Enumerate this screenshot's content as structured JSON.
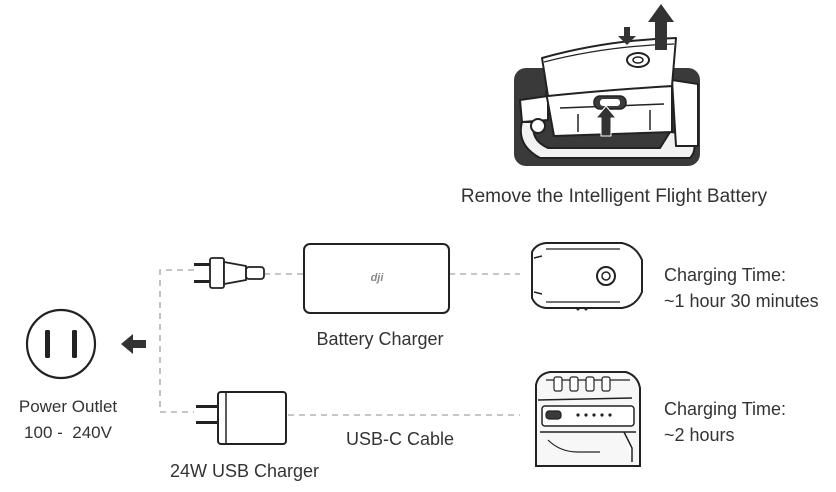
{
  "removal": {
    "caption": "Remove the Intelligent Flight Battery"
  },
  "outlet": {
    "label": "Power Outlet",
    "voltage": "100 -  240V"
  },
  "battery_charger": {
    "label": "Battery Charger",
    "logo": "dji",
    "charging_time_label": "Charging Time:",
    "charging_time_value": "~1 hour 30 minutes"
  },
  "usb_charger": {
    "label": "24W USB Charger",
    "cable_label": "USB-C Cable",
    "charging_time_label": "Charging Time:",
    "charging_time_value": "~2 hours"
  },
  "icons": [
    "wall-outlet-icon",
    "left-arrow-icon",
    "plug-icon",
    "battery-charger-icon",
    "flight-battery-icon",
    "usb-charger-icon",
    "drone-battery-bay-icon"
  ],
  "colors": {
    "line": "#222222",
    "connector_dashes": "#b3b3b3",
    "arrow": "#333333",
    "dark_body": "#3a3a3a",
    "text": "#333333"
  }
}
